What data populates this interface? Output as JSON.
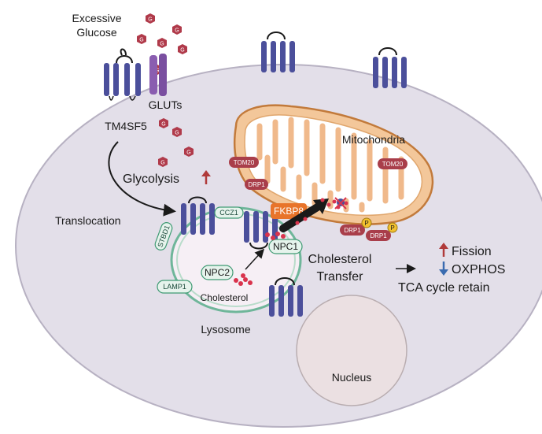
{
  "labels": {
    "excessive": "Excessive",
    "glucose": "Glucose",
    "gluts": "GLUTs",
    "tm4sf5": "TM4SF5",
    "glycolysis": "Glycolysis",
    "translocation": "Translocation",
    "mitochondria": "Mitochondria",
    "tom20_left": "TOM20",
    "tom20_right": "TOM20",
    "drp1_top": "DRP1",
    "drp1_a": "DRP1",
    "drp1_b": "DRP1",
    "p_a": "P",
    "p_b": "P",
    "fkbp8": "FKBP8",
    "npc1": "NPC1",
    "npc2": "NPC2",
    "ccz1": "CCZ1",
    "stbd1": "STBD1",
    "lamp1": "LAMP1",
    "cholesterol_small": "Cholesterol",
    "lysosome": "Lysosome",
    "cholesterol_transfer_1": "Cholesterol",
    "cholesterol_transfer_2": "Transfer",
    "fission": "Fission",
    "oxphos": "OXPHOS",
    "tca": "TCA cycle retain",
    "nucleus": "Nucleus",
    "glucose_glyph": "G"
  },
  "colors": {
    "cell_fill": "#e3dfe9",
    "cell_stroke": "#b7b1c2",
    "tm4sf5_helix": "#4b4f9b",
    "glut": "#8a5db0",
    "glucose": "#b03a4a",
    "mito_outer": "#f3c79a",
    "mito_stroke": "#c27a3b",
    "lyso_stroke": "#6fb69a",
    "pill_red": "#a93e4a",
    "pill_green_fill": "#e6f3ec",
    "pill_green_stroke": "#3f9a73",
    "fkbp8": "#e8742a",
    "arrow_up": "#b03a3a",
    "arrow_down": "#3a6bb0",
    "phospho": "#f2c12e",
    "cholesterol": "#d9334d"
  }
}
